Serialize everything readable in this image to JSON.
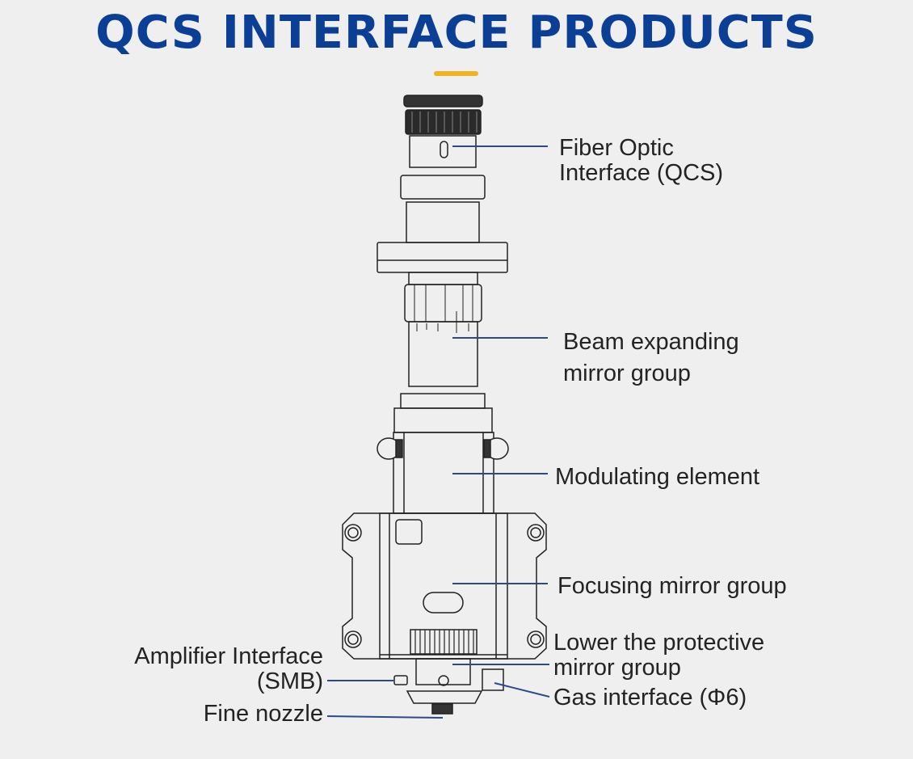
{
  "title": "QCS INTERFACE PRODUCTS",
  "colors": {
    "title": "#0b3f96",
    "accent": "#f0b323",
    "leader": "#2b4a8c",
    "background": "#efefef"
  },
  "labels": {
    "fiber_optic": [
      "Fiber Optic",
      "Interface (QCS)"
    ],
    "beam_expanding": [
      "Beam expanding",
      "mirror group"
    ],
    "modulating": "Modulating element",
    "focusing": "Focusing mirror group",
    "lower_protective": [
      "Lower the protective",
      "mirror group"
    ],
    "gas_interface": "Gas interface (Φ6)",
    "amplifier": [
      "Amplifier Interface",
      "(SMB)"
    ],
    "fine_nozzle": "Fine nozzle"
  }
}
